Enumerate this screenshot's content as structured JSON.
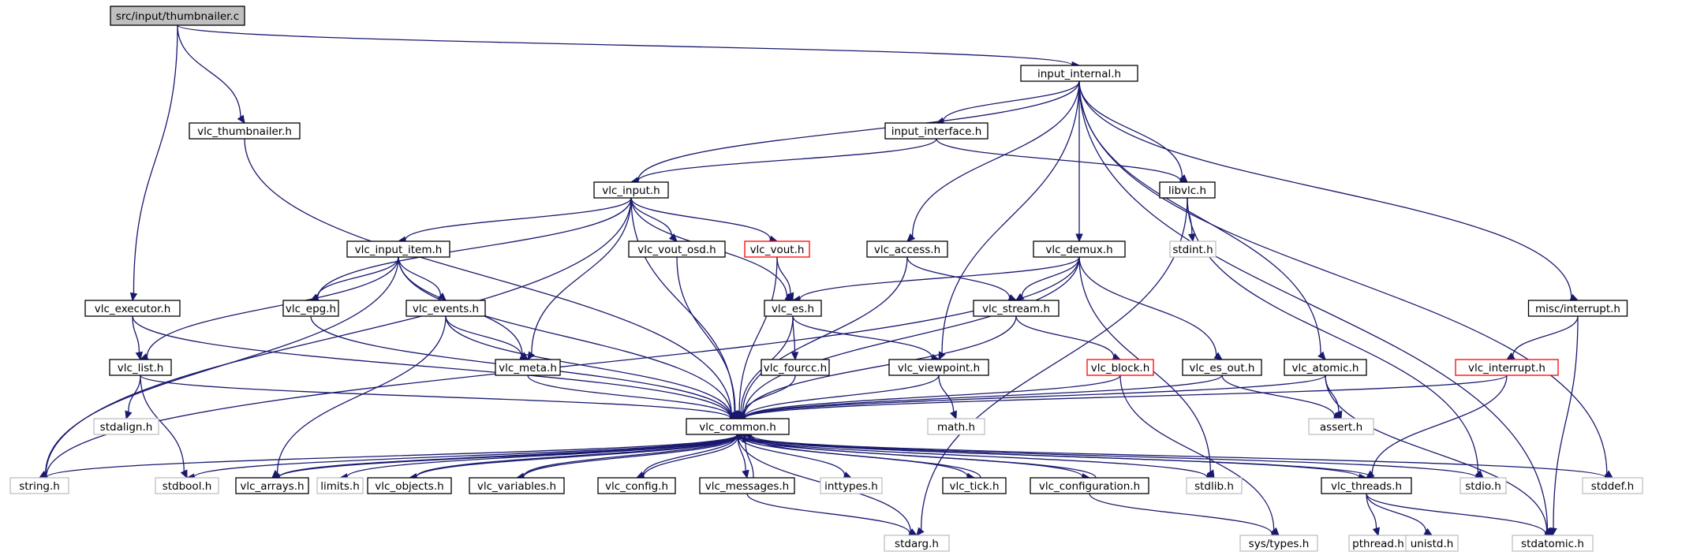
{
  "colors": {
    "edge": "#191970",
    "normal_border": "#000000",
    "external_border": "#bfbfbf",
    "missing_border": "#ff0000",
    "root_fill": "#bfbfbf",
    "fill": "#ffffff"
  },
  "nodes": {
    "root": {
      "label": "src/input/thumbnailer.c",
      "kind": "root"
    },
    "input_internal": {
      "label": "input_internal.h",
      "kind": "normal"
    },
    "vlc_thumbnailer": {
      "label": "vlc_thumbnailer.h",
      "kind": "normal"
    },
    "input_interface": {
      "label": "input_interface.h",
      "kind": "normal"
    },
    "vlc_input": {
      "label": "vlc_input.h",
      "kind": "normal"
    },
    "libvlc": {
      "label": "libvlc.h",
      "kind": "normal"
    },
    "stdint": {
      "label": "stdint.h",
      "kind": "external"
    },
    "vlc_input_item": {
      "label": "vlc_input_item.h",
      "kind": "normal"
    },
    "vlc_vout_osd": {
      "label": "vlc_vout_osd.h",
      "kind": "normal"
    },
    "vlc_vout": {
      "label": "vlc_vout.h",
      "kind": "missing"
    },
    "vlc_access": {
      "label": "vlc_access.h",
      "kind": "normal"
    },
    "vlc_demux": {
      "label": "vlc_demux.h",
      "kind": "normal"
    },
    "vlc_executor": {
      "label": "vlc_executor.h",
      "kind": "normal"
    },
    "vlc_epg": {
      "label": "vlc_epg.h",
      "kind": "normal"
    },
    "vlc_events": {
      "label": "vlc_events.h",
      "kind": "normal"
    },
    "vlc_es": {
      "label": "vlc_es.h",
      "kind": "normal"
    },
    "vlc_stream": {
      "label": "vlc_stream.h",
      "kind": "normal"
    },
    "misc_interrupt": {
      "label": "misc/interrupt.h",
      "kind": "normal"
    },
    "vlc_list": {
      "label": "vlc_list.h",
      "kind": "normal"
    },
    "vlc_meta": {
      "label": "vlc_meta.h",
      "kind": "normal"
    },
    "vlc_fourcc": {
      "label": "vlc_fourcc.h",
      "kind": "normal"
    },
    "vlc_viewpoint": {
      "label": "vlc_viewpoint.h",
      "kind": "normal"
    },
    "vlc_block": {
      "label": "vlc_block.h",
      "kind": "missing"
    },
    "vlc_es_out": {
      "label": "vlc_es_out.h",
      "kind": "normal"
    },
    "vlc_atomic": {
      "label": "vlc_atomic.h",
      "kind": "normal"
    },
    "vlc_interrupt": {
      "label": "vlc_interrupt.h",
      "kind": "missing"
    },
    "stdalign": {
      "label": "stdalign.h",
      "kind": "external"
    },
    "vlc_common": {
      "label": "vlc_common.h",
      "kind": "normal"
    },
    "math": {
      "label": "math.h",
      "kind": "external"
    },
    "assert": {
      "label": "assert.h",
      "kind": "external"
    },
    "string": {
      "label": "string.h",
      "kind": "external"
    },
    "stdbool": {
      "label": "stdbool.h",
      "kind": "external"
    },
    "vlc_arrays": {
      "label": "vlc_arrays.h",
      "kind": "normal"
    },
    "limits": {
      "label": "limits.h",
      "kind": "external"
    },
    "vlc_objects": {
      "label": "vlc_objects.h",
      "kind": "normal"
    },
    "vlc_variables": {
      "label": "vlc_variables.h",
      "kind": "normal"
    },
    "vlc_config": {
      "label": "vlc_config.h",
      "kind": "normal"
    },
    "vlc_messages": {
      "label": "vlc_messages.h",
      "kind": "normal"
    },
    "inttypes": {
      "label": "inttypes.h",
      "kind": "external"
    },
    "vlc_tick": {
      "label": "vlc_tick.h",
      "kind": "normal"
    },
    "vlc_configuration": {
      "label": "vlc_configuration.h",
      "kind": "normal"
    },
    "stdlib": {
      "label": "stdlib.h",
      "kind": "external"
    },
    "vlc_threads": {
      "label": "vlc_threads.h",
      "kind": "normal"
    },
    "stdio": {
      "label": "stdio.h",
      "kind": "external"
    },
    "stddef": {
      "label": "stddef.h",
      "kind": "external"
    },
    "stdarg": {
      "label": "stdarg.h",
      "kind": "external"
    },
    "sys_types": {
      "label": "sys/types.h",
      "kind": "external"
    },
    "pthread": {
      "label": "pthread.h",
      "kind": "external"
    },
    "unistd": {
      "label": "unistd.h",
      "kind": "external"
    },
    "stdatomic": {
      "label": "stdatomic.h",
      "kind": "external"
    }
  },
  "edges": [
    [
      "root",
      "input_internal"
    ],
    [
      "root",
      "vlc_thumbnailer"
    ],
    [
      "root",
      "vlc_executor"
    ],
    [
      "vlc_thumbnailer",
      "vlc_common"
    ],
    [
      "input_internal",
      "input_interface"
    ],
    [
      "input_internal",
      "vlc_input"
    ],
    [
      "input_internal",
      "libvlc"
    ],
    [
      "input_internal",
      "vlc_access"
    ],
    [
      "input_internal",
      "vlc_demux"
    ],
    [
      "input_internal",
      "vlc_viewpoint"
    ],
    [
      "input_internal",
      "vlc_atomic"
    ],
    [
      "input_internal",
      "misc_interrupt"
    ],
    [
      "input_internal",
      "stddef"
    ],
    [
      "input_internal",
      "stdatomic"
    ],
    [
      "input_interface",
      "vlc_input"
    ],
    [
      "input_interface",
      "libvlc"
    ],
    [
      "libvlc",
      "stdint"
    ],
    [
      "libvlc",
      "stdarg"
    ],
    [
      "libvlc",
      "stdio"
    ],
    [
      "vlc_input",
      "vlc_input_item"
    ],
    [
      "vlc_input",
      "vlc_vout_osd"
    ],
    [
      "vlc_input",
      "vlc_vout"
    ],
    [
      "vlc_input",
      "vlc_es"
    ],
    [
      "vlc_input",
      "vlc_epg"
    ],
    [
      "vlc_input",
      "vlc_meta"
    ],
    [
      "vlc_input",
      "vlc_common"
    ],
    [
      "vlc_input",
      "string"
    ],
    [
      "vlc_input_item",
      "vlc_epg"
    ],
    [
      "vlc_input_item",
      "vlc_events"
    ],
    [
      "vlc_input_item",
      "vlc_meta"
    ],
    [
      "vlc_input_item",
      "vlc_list"
    ],
    [
      "vlc_input_item",
      "vlc_common"
    ],
    [
      "vlc_input_item",
      "string"
    ],
    [
      "vlc_vout_osd",
      "vlc_common"
    ],
    [
      "vlc_vout",
      "vlc_es"
    ],
    [
      "vlc_vout",
      "vlc_common"
    ],
    [
      "vlc_access",
      "vlc_stream"
    ],
    [
      "vlc_access",
      "vlc_common"
    ],
    [
      "vlc_demux",
      "vlc_es"
    ],
    [
      "vlc_demux",
      "vlc_stream"
    ],
    [
      "vlc_demux",
      "vlc_es_out"
    ],
    [
      "vlc_demux",
      "vlc_common"
    ],
    [
      "vlc_demux",
      "string"
    ],
    [
      "vlc_demux",
      "stdlib"
    ],
    [
      "vlc_executor",
      "vlc_list"
    ],
    [
      "vlc_executor",
      "vlc_common"
    ],
    [
      "vlc_epg",
      "vlc_common"
    ],
    [
      "vlc_events",
      "vlc_meta"
    ],
    [
      "vlc_events",
      "vlc_common"
    ],
    [
      "vlc_events",
      "vlc_arrays"
    ],
    [
      "vlc_es",
      "vlc_fourcc"
    ],
    [
      "vlc_es",
      "vlc_viewpoint"
    ],
    [
      "vlc_es",
      "vlc_common"
    ],
    [
      "vlc_stream",
      "vlc_block"
    ],
    [
      "vlc_stream",
      "vlc_common"
    ],
    [
      "misc_interrupt",
      "vlc_interrupt"
    ],
    [
      "misc_interrupt",
      "stdatomic"
    ],
    [
      "vlc_list",
      "stdalign"
    ],
    [
      "vlc_list",
      "stdbool"
    ],
    [
      "vlc_list",
      "vlc_common"
    ],
    [
      "vlc_meta",
      "vlc_common"
    ],
    [
      "vlc_fourcc",
      "vlc_common"
    ],
    [
      "vlc_viewpoint",
      "math"
    ],
    [
      "vlc_viewpoint",
      "vlc_common"
    ],
    [
      "vlc_block",
      "sys_types"
    ],
    [
      "vlc_block",
      "vlc_common"
    ],
    [
      "vlc_es_out",
      "assert"
    ],
    [
      "vlc_es_out",
      "vlc_common"
    ],
    [
      "vlc_atomic",
      "assert"
    ],
    [
      "vlc_atomic",
      "stdatomic"
    ],
    [
      "vlc_atomic",
      "vlc_common"
    ],
    [
      "vlc_interrupt",
      "vlc_threads"
    ],
    [
      "vlc_interrupt",
      "vlc_common"
    ],
    [
      "vlc_common",
      "string"
    ],
    [
      "vlc_common",
      "stdbool"
    ],
    [
      "vlc_common",
      "vlc_arrays"
    ],
    [
      "vlc_common",
      "limits"
    ],
    [
      "vlc_common",
      "vlc_objects"
    ],
    [
      "vlc_common",
      "vlc_variables"
    ],
    [
      "vlc_common",
      "vlc_config"
    ],
    [
      "vlc_common",
      "vlc_messages"
    ],
    [
      "vlc_common",
      "inttypes"
    ],
    [
      "vlc_common",
      "vlc_tick"
    ],
    [
      "vlc_common",
      "vlc_configuration"
    ],
    [
      "vlc_common",
      "stdlib"
    ],
    [
      "vlc_common",
      "vlc_threads"
    ],
    [
      "vlc_common",
      "stdio"
    ],
    [
      "vlc_common",
      "stddef"
    ],
    [
      "vlc_common",
      "stdarg"
    ],
    [
      "vlc_arrays",
      "vlc_common"
    ],
    [
      "vlc_objects",
      "vlc_common"
    ],
    [
      "vlc_variables",
      "vlc_common"
    ],
    [
      "vlc_config",
      "vlc_common"
    ],
    [
      "vlc_messages",
      "vlc_common"
    ],
    [
      "vlc_tick",
      "vlc_common"
    ],
    [
      "vlc_configuration",
      "vlc_common"
    ],
    [
      "vlc_threads",
      "vlc_common"
    ],
    [
      "vlc_messages",
      "stdarg"
    ],
    [
      "vlc_configuration",
      "sys_types"
    ],
    [
      "vlc_threads",
      "pthread"
    ],
    [
      "vlc_threads",
      "unistd"
    ],
    [
      "vlc_threads",
      "stdatomic"
    ]
  ]
}
